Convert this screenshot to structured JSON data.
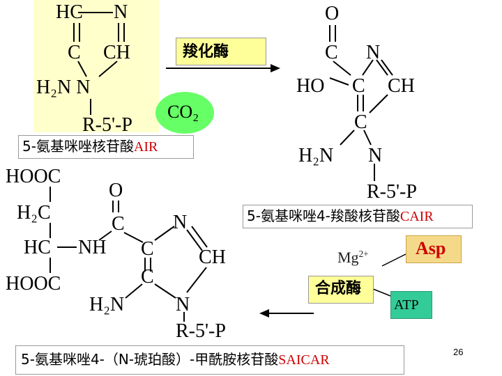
{
  "colors": {
    "highlight": "#ffffcc",
    "enzyme_box": "#ffff99",
    "co2_fill": "#66ff66",
    "asp_fill": "#f5d98a",
    "atp_fill": "#33cc99",
    "label_red": "#cc0000"
  },
  "air": {
    "hc": "HC",
    "n_top": "N",
    "c": "C",
    "ch": "CH",
    "h2n_n": "H₂N  N",
    "r5p": "R-5'-P",
    "label_prefix": "5-氨基咪唑核苷酸",
    "label_abbr": "AIR"
  },
  "enzyme1": {
    "label": "羧化酶"
  },
  "co2": {
    "label": "CO₂"
  },
  "cair": {
    "o": "O",
    "c_carbonyl": "C",
    "n_top": "N",
    "ho": "HO",
    "c_ring": "C",
    "ch": "CH",
    "c_low": "C",
    "h2n": "H₂N",
    "n_low": "N",
    "r5p": "R-5'-P",
    "label_prefix": "5-氨基咪唑4-羧酸核苷酸",
    "label_abbr": "CAIR"
  },
  "saicar": {
    "hooc_top": "HOOC",
    "h2c": "H₂C",
    "hc": "HC",
    "nh": "NH",
    "hooc_bottom": "HOOC",
    "o": "O",
    "c_carbonyl": "C",
    "n_top": "N",
    "c_ring": "C",
    "ch": "CH",
    "c_low": "C",
    "h2n": "H₂N",
    "n_low": "N",
    "r5p": "R-5'-P",
    "label_prefix": "5-氨基咪唑4-（N-琥珀酸）-甲酰胺核苷酸",
    "label_abbr": "SAICAR"
  },
  "cofactors": {
    "mg_base": "Mg",
    "mg_sup": "2+",
    "asp": "Asp",
    "atp": "ATP"
  },
  "enzyme2": {
    "label": "合成酶"
  },
  "page_number": "26"
}
